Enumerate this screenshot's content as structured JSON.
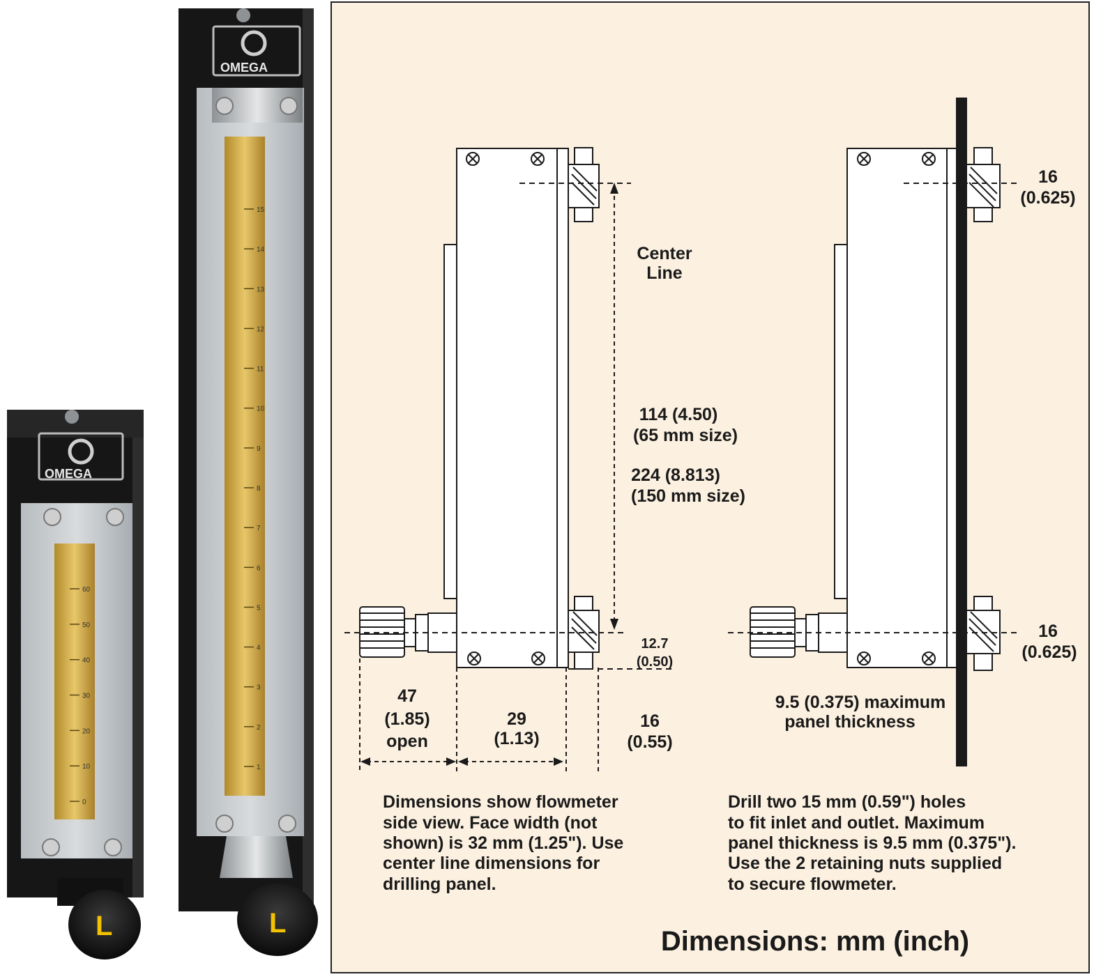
{
  "photo": {
    "small_meter": {
      "brand": "OMEGA",
      "knob_letter": "L",
      "scale": [
        "60",
        "50",
        "40",
        "30",
        "20",
        "10",
        "0"
      ]
    },
    "large_meter": {
      "brand": "OMEGA",
      "knob_letter": "L",
      "scale": [
        "15",
        "14",
        "13",
        "12",
        "11",
        "10",
        "9",
        "8",
        "7",
        "6",
        "5",
        "4",
        "3",
        "2",
        "1"
      ]
    }
  },
  "side_view": {
    "center_line_label_1": "Center",
    "center_line_label_2": "Line",
    "height_65_1": "114 (4.50)",
    "height_65_2": "(65 mm size)",
    "height_150_1": "224 (8.813)",
    "height_150_2": "(150 mm size)",
    "offset_1": "12.7",
    "offset_2": "(0.50)",
    "open_1": "47",
    "open_2": "(1.85)",
    "open_3": "open",
    "depth_1": "29",
    "depth_2": "(1.13)",
    "nut_1": "16",
    "nut_2": "(0.55)",
    "caption": [
      "Dimensions show flowmeter",
      "side view. Face width (not",
      "shown) is 32 mm (1.25\"). Use",
      "center line dimensions for",
      "drilling panel."
    ]
  },
  "panel_view": {
    "top_1": "16",
    "top_2": "(0.625)",
    "bottom_1": "16",
    "bottom_2": "(0.625)",
    "thickness_1": "9.5 (0.375) maximum",
    "thickness_2": "panel thickness",
    "caption": [
      "Drill two 15 mm (0.59\") holes",
      "to fit inlet and outlet. Maximum",
      "panel thickness is 9.5 mm (0.375\").",
      "Use the 2 retaining nuts supplied",
      "to secure flowmeter."
    ]
  },
  "units_title": "Dimensions: mm (inch)",
  "colors": {
    "panel_bg": "#fcf1e1",
    "tube_amber": "#d9b24a",
    "knob_yellow": "#f2c200",
    "body_black": "#161616"
  }
}
